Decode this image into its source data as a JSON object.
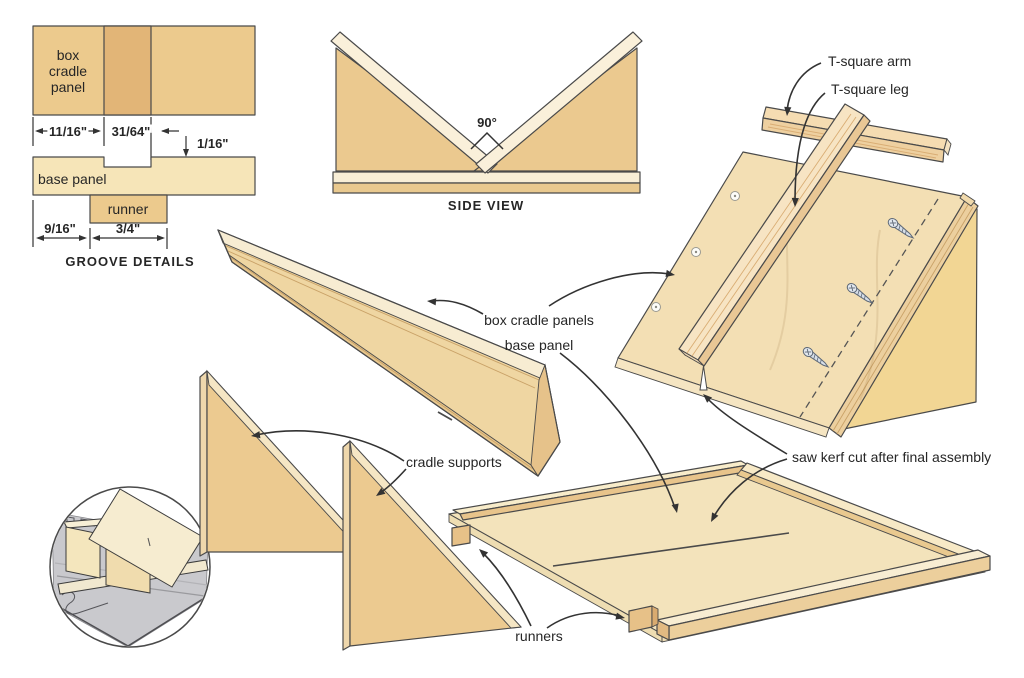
{
  "groove_details": {
    "caption": "GROOVE DETAILS",
    "panel_label_lines": [
      "box",
      "cradle",
      "panel"
    ],
    "base_panel_label": "base panel",
    "runner_label": "runner",
    "dims": {
      "groove_left_offset": "11/16\"",
      "groove_width": "31/64\"",
      "step_depth": "1/16\"",
      "runner_offset": "9/16\"",
      "runner_width": "3/4\""
    }
  },
  "side_view": {
    "caption": "SIDE VIEW",
    "angle": "90°"
  },
  "callouts": {
    "t_square_arm": "T-square arm",
    "t_square_leg": "T-square leg",
    "box_cradle_panels": "box cradle panels",
    "base_panel": "base panel",
    "cradle_supports": "cradle supports",
    "saw_kerf": "saw kerf cut after final assembly",
    "runners": "runners"
  },
  "colors": {
    "background": "#ffffff",
    "outline": "#4a4a4a",
    "text": "#262626",
    "wood_light": "#f6e8c8",
    "wood_cream": "#f3e3bb",
    "wood_mid": "#ecca8d",
    "wood_tan": "#e2b577",
    "wood_dark_edge": "#d9ab70",
    "screw_metal": "#dce4ec",
    "table_gray": "#c9c9cd"
  }
}
